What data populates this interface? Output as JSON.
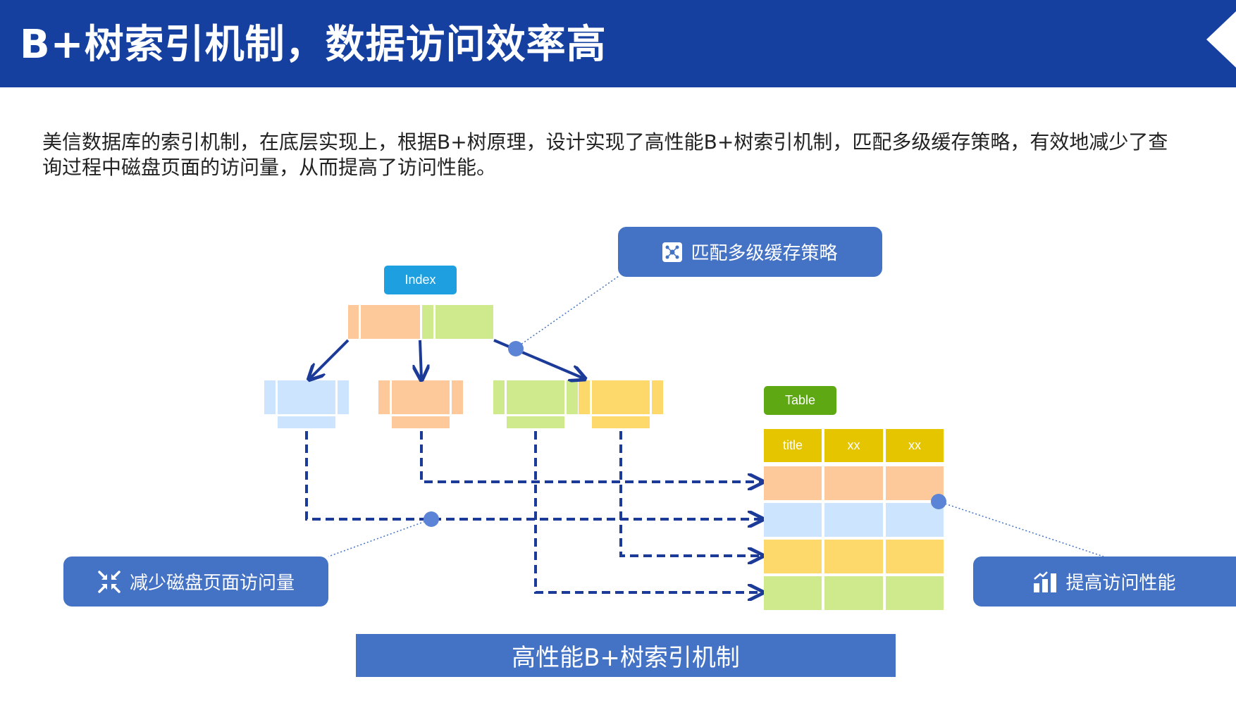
{
  "header": {
    "title": "B+树索引机制，数据访问效率高"
  },
  "intro": "美信数据库的索引机制，在底层实现上，根据B+树原理，设计实现了高性能B+树索引机制，匹配多级缓存策略，有效地减少了查询过程中磁盘页面的访问量，从而提高了访问性能。",
  "diagram": {
    "index_label": "Index",
    "table_label": "Table",
    "table_headers": [
      "title",
      "xx",
      "xx"
    ],
    "callouts": {
      "cache": "匹配多级缓存策略",
      "reduce": "减少磁盘页面访问量",
      "improve": "提高访问性能"
    },
    "caption": "高性能B+树索引机制",
    "colors": {
      "peach": "#fdc99a",
      "green": "#cfe98d",
      "blue": "#cce4fd",
      "yellow": "#fdd96c",
      "gold": "#e5c400",
      "table_tag": "#5ea814",
      "index_tag": "#1ea0e0",
      "arrow": "#1c3a98",
      "callout": "#4472c4"
    }
  }
}
